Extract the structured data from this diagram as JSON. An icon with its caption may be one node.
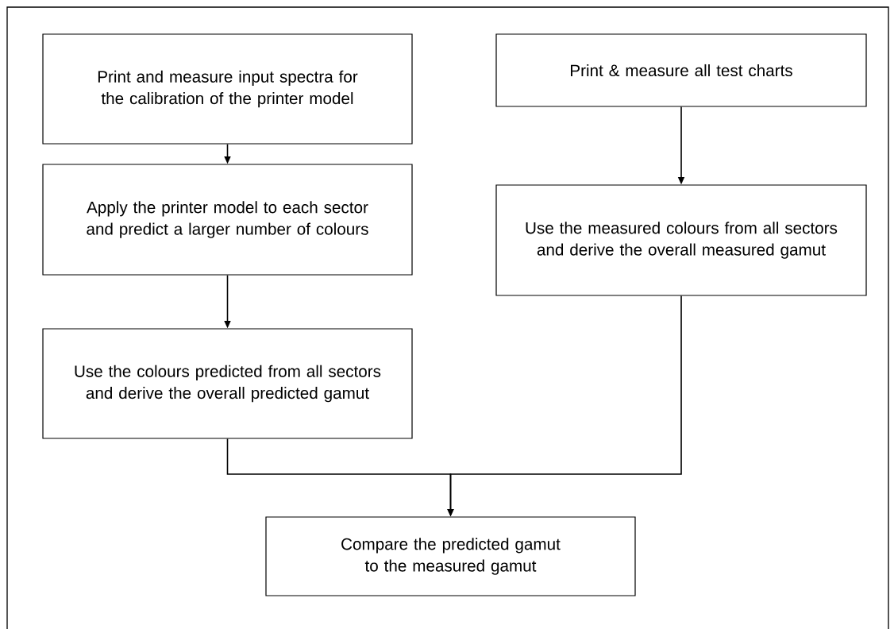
{
  "diagram": {
    "nodes": [
      {
        "text": [
          "Print and measure input spectra for the calibration of the printer model"
        ]
      },
      {
        "text": [
          "Apply the printer model to each sector and predict a larger number of colours"
        ]
      },
      {
        "text": [
          "Use the colours predicted from all sectors and derive the overall predicted gamut"
        ]
      },
      {
        "text": [
          "Print & measure all test charts"
        ]
      },
      {
        "text": [
          "Use the measured colours from all sectors and derive the overall measured gamut"
        ]
      },
      {
        "text": [
          "Compare the predicted gamut to the measured gamut"
        ]
      }
    ],
    "edges": [
      {
        "from": 0,
        "to": 1,
        "arrow": "to"
      },
      {
        "from": 1,
        "to": 2,
        "arrow": "to"
      },
      {
        "from": 3,
        "to": 4,
        "arrow": "to"
      },
      {
        "from": 2,
        "to": 5,
        "arrow": "to"
      },
      {
        "from": 4,
        "to": 5,
        "arrow": "to"
      }
    ]
  }
}
